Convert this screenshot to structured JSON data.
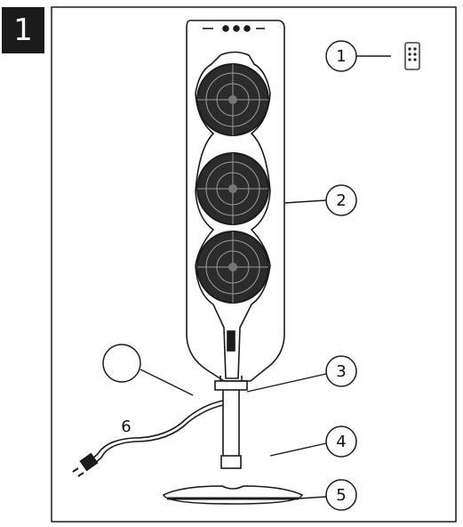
{
  "step_number": "1",
  "callouts": [
    {
      "id": "remote",
      "label": "1"
    },
    {
      "id": "fan-body",
      "label": "2"
    },
    {
      "id": "neck-collar",
      "label": "3"
    },
    {
      "id": "stand-pole",
      "label": "4"
    },
    {
      "id": "base",
      "label": "5"
    },
    {
      "id": "power-cord",
      "label": "6"
    },
    {
      "id": "blank",
      "label": ""
    }
  ],
  "colors": {
    "line": "#1b1b1b",
    "badge_bg": "#1b1b1b",
    "badge_text": "#ffffff"
  },
  "icons": [
    "remote-control-icon",
    "fan-grille-icon",
    "plug-icon"
  ]
}
